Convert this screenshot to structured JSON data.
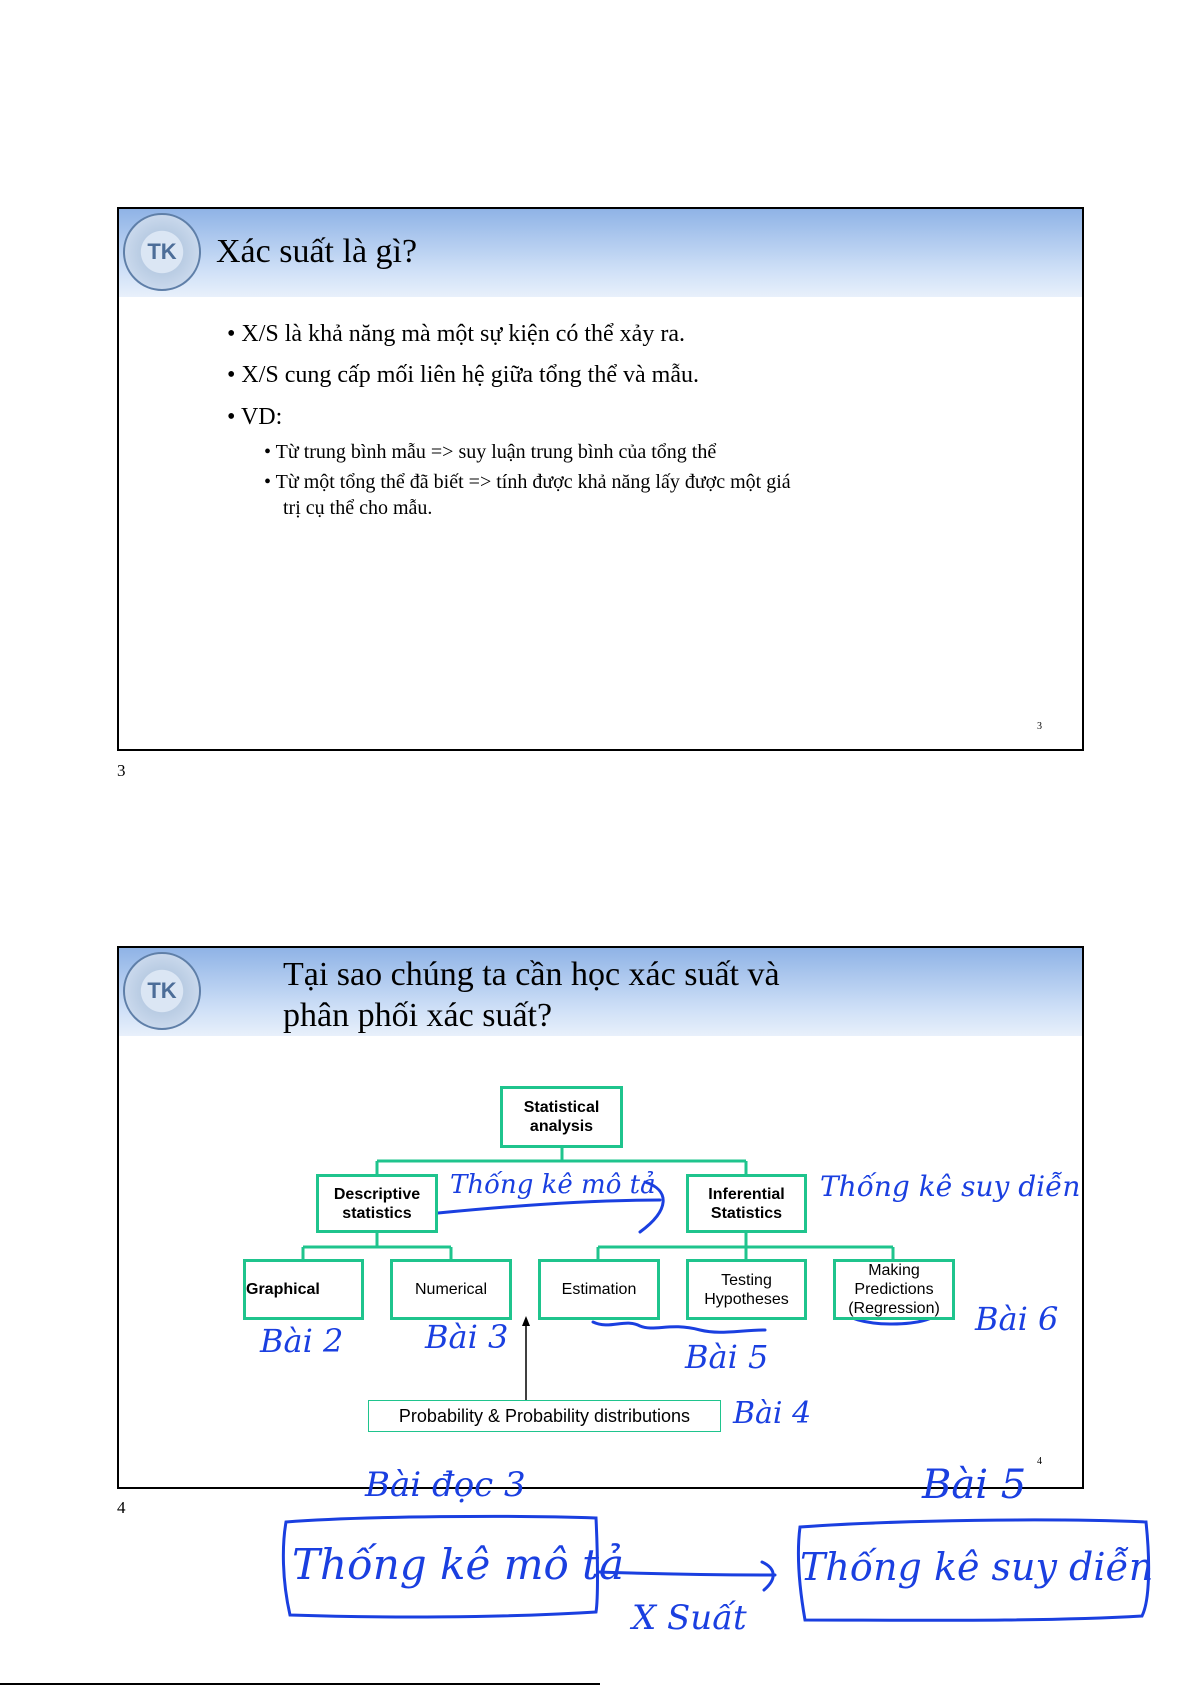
{
  "slide3": {
    "title": "Xác suất là gì?",
    "logo_text": "TK",
    "bullets": [
      "X/S là khả năng mà một sự kiện có thể xảy ra.",
      "X/S cung cấp mối liên hệ giữa tổng thể và mẫu.",
      "VD:"
    ],
    "sub_bullets": [
      "Từ trung bình mẫu => suy luận trung bình của tổng thể",
      "Từ một tổng thể đã biết => tính được khả năng lấy được một giá",
      "trị cụ thể cho mẫu."
    ],
    "slide_number": "3",
    "page_number": "3"
  },
  "slide4": {
    "title_line1": "Tại sao chúng ta cần học xác suất và",
    "title_line2": "phân phối xác suất?",
    "logo_text": "TK",
    "diagram": {
      "root": [
        "Statistical",
        "analysis"
      ],
      "descriptive": [
        "Descriptive",
        "statistics"
      ],
      "inferential": [
        "Inferential",
        "Statistics"
      ],
      "graphical": "Graphical",
      "numerical": "Numerical",
      "estimation": "Estimation",
      "testing": [
        "Testing",
        "Hypotheses"
      ],
      "making": [
        "Making",
        "Predictions",
        "(Regression)"
      ],
      "probability": "Probability & Probability distributions"
    },
    "slide_number": "4",
    "page_number": "4"
  },
  "handwriting": {
    "descriptive_note": "Thống kê mô tả",
    "inferential_note": "Thống kê suy diễn",
    "bai2": "Bài 2",
    "bai3": "Bài 3",
    "bai4": "Bài 4",
    "bai5": "Bài 5",
    "bai6": "Bài 6",
    "bai_doc3": "Bài đọc 3",
    "bai5_top": "Bài 5",
    "box_left": "Thống kê mô tả",
    "box_right": "Thống kê suy diễn",
    "arrow_label": "X Suất"
  }
}
